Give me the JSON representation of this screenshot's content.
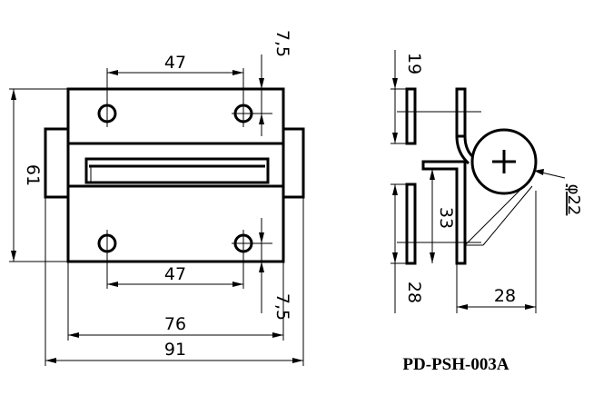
{
  "front_view": {
    "dim_hole_spacing_top": "47",
    "dim_hole_spacing_bottom": "47",
    "dim_edge_top": "7,5",
    "dim_edge_bottom": "7,5",
    "dim_height": "61",
    "dim_width_body": "76",
    "dim_width_overall": "91"
  },
  "side_view": {
    "dim_top_leaf": "19",
    "dim_bottom_leaf": "28",
    "dim_inner": "33",
    "dim_depth": "28",
    "dim_diameter": "φ22"
  },
  "part_number": "PD-PSH-003A"
}
